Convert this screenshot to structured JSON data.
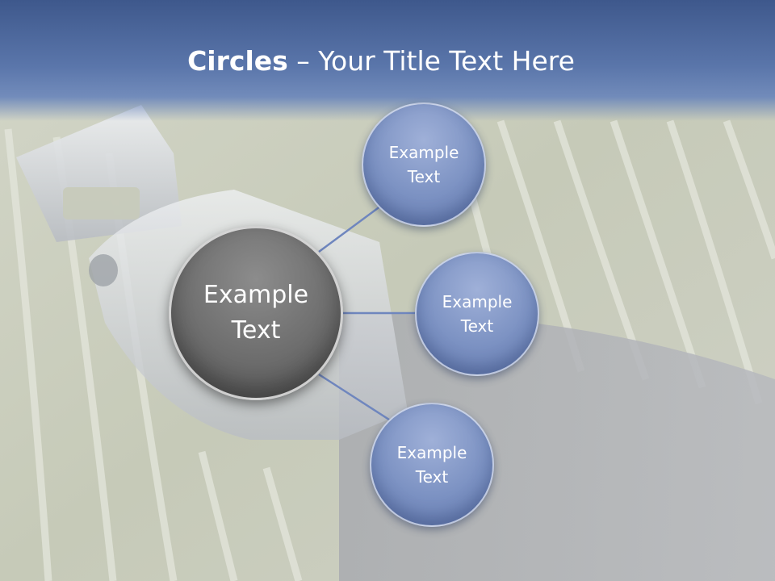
{
  "title": {
    "bold": "Circles",
    "rest": " – Your Title Text Here"
  },
  "center_circle": {
    "line1": "Example",
    "line2": "Text"
  },
  "circles": [
    {
      "line1": "Example",
      "line2": "Text"
    },
    {
      "line1": "Example",
      "line2": "Text"
    },
    {
      "line1": "Example",
      "line2": "Text"
    }
  ],
  "colors": {
    "title_band": "#4e6aa2",
    "circle_blue": "#7b91c2",
    "circle_gray": "#6d6d6d",
    "connector": "#6f86be"
  }
}
